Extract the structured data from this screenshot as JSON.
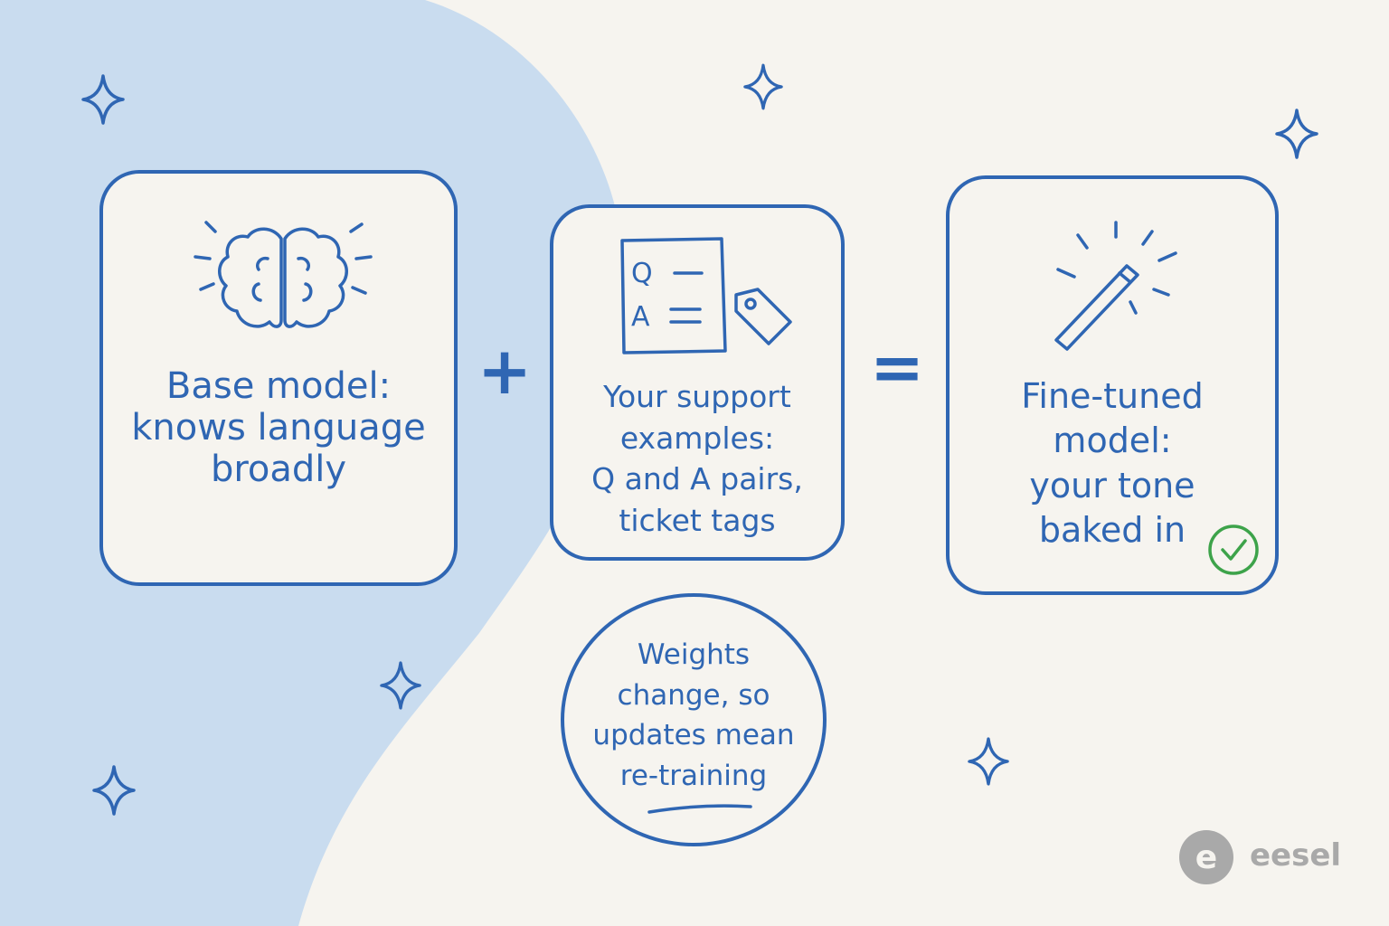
{
  "colors": {
    "background": "#f6f4ef",
    "blob": "#c9dcef",
    "ink": "#2f66b3",
    "check": "#3da34a",
    "logo": "#a9a9a9"
  },
  "cards": {
    "base": {
      "lines": [
        "Base model:",
        "knows language",
        "broadly"
      ],
      "icon": "brain-icon"
    },
    "support": {
      "lines": [
        "Your support",
        "examples:",
        "Q and A pairs,",
        "ticket tags"
      ],
      "icon": "qa-document-icon",
      "icon2": "tag-icon",
      "doc_q": "Q",
      "doc_a": "A"
    },
    "finetuned": {
      "lines": [
        "Fine-tuned",
        "model:",
        "your tone",
        "baked in"
      ],
      "icon": "magic-wand-icon",
      "badge": "check-icon"
    }
  },
  "operators": {
    "plus": "+",
    "equals": "="
  },
  "note": {
    "lines": [
      "Weights",
      "change, so",
      "updates mean",
      "re-training"
    ]
  },
  "brand": {
    "name": "eesel",
    "logo_letter": "e"
  }
}
